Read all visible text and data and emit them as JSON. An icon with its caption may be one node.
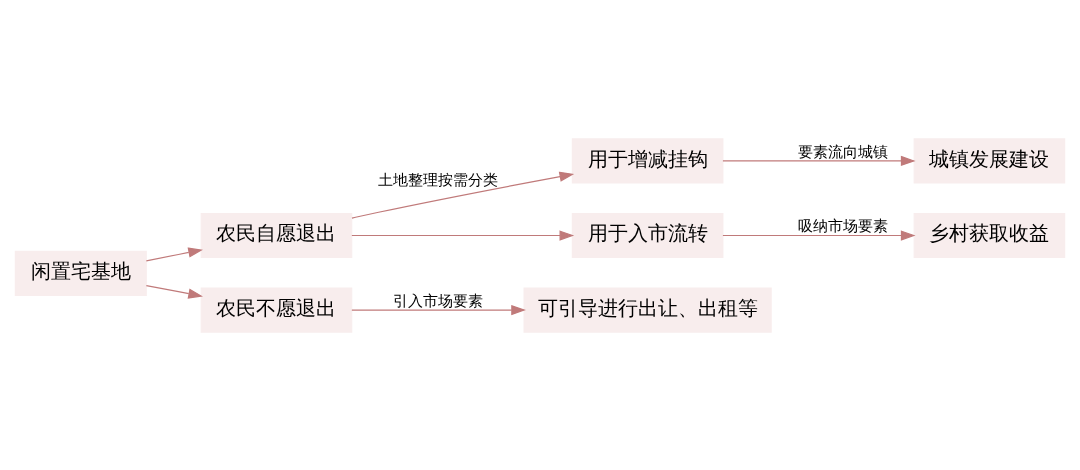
{
  "diagram": {
    "nodes": [
      {
        "text": [
          "闲置宅基地"
        ]
      },
      {
        "text": [
          "农民自愿退出"
        ]
      },
      {
        "text": [
          "用于增减挂钩"
        ]
      },
      {
        "text": [
          "城镇发展建设"
        ]
      },
      {
        "text": [
          "用于入市流转"
        ]
      },
      {
        "text": [
          "乡村获取收益"
        ]
      },
      {
        "text": [
          "农民不愿退出"
        ]
      },
      {
        "text": [
          "可引导进行出让、出租等"
        ]
      }
    ],
    "edges": [
      {
        "from": 0,
        "to": 1,
        "arrow": "to"
      },
      {
        "from": 0,
        "to": 6,
        "arrow": "to"
      },
      {
        "from": 1,
        "to": 2,
        "arrow": "to",
        "label": "土地整理按需分类"
      },
      {
        "from": 1,
        "to": 4,
        "arrow": "to"
      },
      {
        "from": 2,
        "to": 3,
        "arrow": "to",
        "label": "要素流向城镇"
      },
      {
        "from": 4,
        "to": 5,
        "arrow": "to",
        "label": "吸纳市场要素"
      },
      {
        "from": 6,
        "to": 7,
        "arrow": "to",
        "label": "引入市场要素"
      }
    ]
  }
}
